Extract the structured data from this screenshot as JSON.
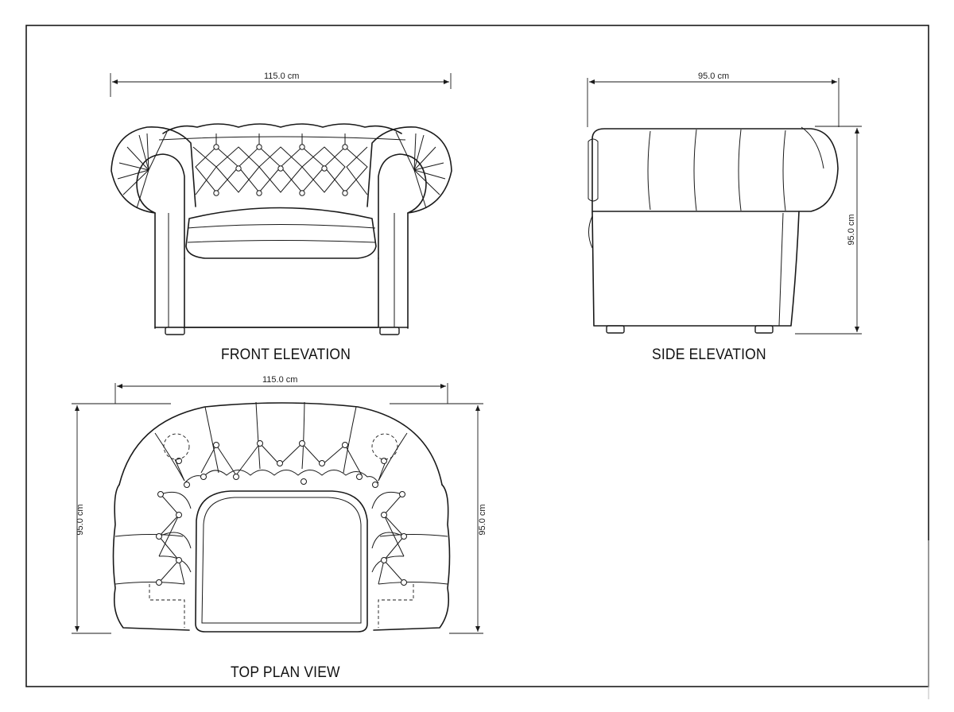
{
  "views": {
    "front": {
      "title": "FRONT ELEVATION",
      "width_dim": "115.0 cm"
    },
    "side": {
      "title": "SIDE ELEVATION",
      "width_dim": "95.0 cm",
      "height_dim": "95.0 cm"
    },
    "top": {
      "title": "TOP PLAN VIEW",
      "width_dim": "115.0 cm",
      "left_dim": "95.0 cm",
      "right_dim": "95.0 cm"
    }
  }
}
